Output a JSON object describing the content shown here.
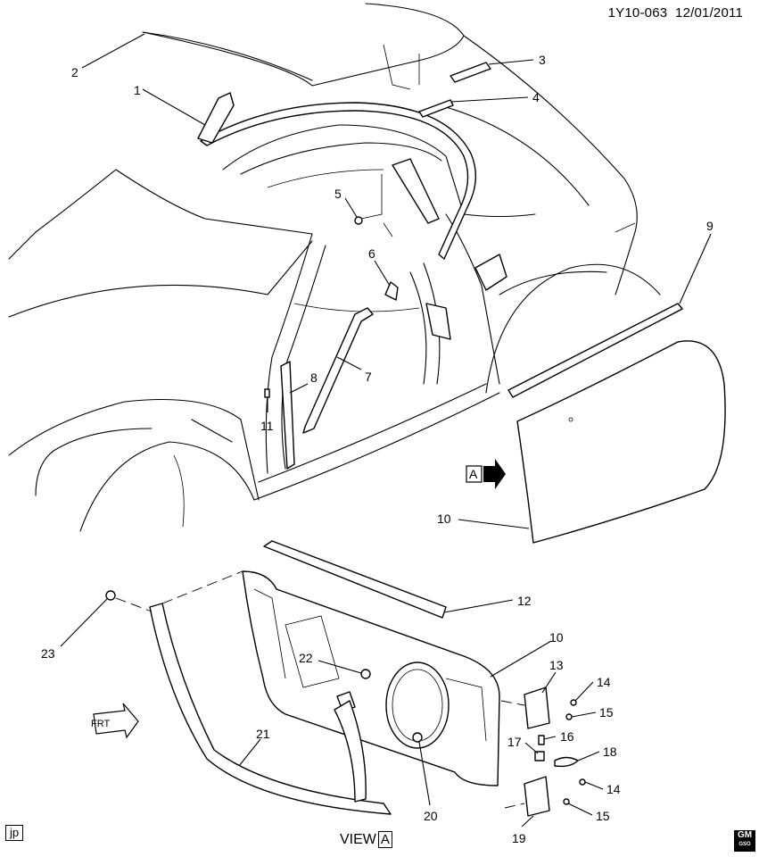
{
  "header": {
    "code": "1Y10-063",
    "date": "12/01/2011"
  },
  "callouts": {
    "c1": "1",
    "c2": "2",
    "c3": "3",
    "c4": "4",
    "c5": "5",
    "c6": "6",
    "c7": "7",
    "c8": "8",
    "c9": "9",
    "c10a": "10",
    "c11": "11",
    "c12": "12",
    "c10b": "10",
    "c13": "13",
    "c14a": "14",
    "c15a": "15",
    "c16": "16",
    "c17": "17",
    "c18": "18",
    "c14b": "14",
    "c15b": "15",
    "c19": "19",
    "c20": "20",
    "c21": "21",
    "c22": "22",
    "c23": "23"
  },
  "view_marker": {
    "letter": "A"
  },
  "view_label": {
    "text": "VIEW",
    "letter": "A"
  },
  "front_arrow": {
    "text": "FRT"
  },
  "footer": {
    "initials": "jp"
  },
  "logo": {
    "text": "GM",
    "sub": "GSO"
  }
}
